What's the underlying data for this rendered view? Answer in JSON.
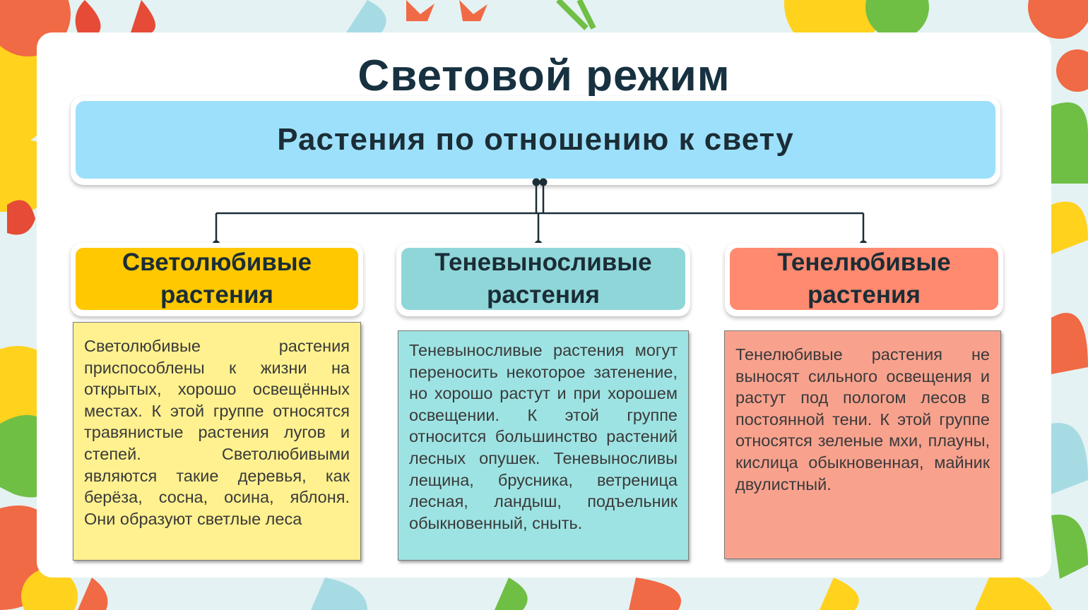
{
  "title": "Световой режим",
  "header": {
    "label": "Растения по отношению к свету"
  },
  "categories": [
    {
      "id": "light-loving",
      "label_line1": "Светолюбивые",
      "label_line2": "растения",
      "description": "Светолюбивые растения приспособлены к жизни на открытых, хорошо освещённых местах. К этой группе относятся травянистые растения лугов и степей. Светолюбивыми являются такие деревья, как берёза, сосна, осина, яблоня. Они образуют светлые леса",
      "header_color": "#ffc800",
      "body_color": "#fff18f"
    },
    {
      "id": "shade-tolerant",
      "label_line1": "Теневыносливые",
      "label_line2": "растения",
      "description": "Теневыносливые растения могут переносить некоторое затенение, но хорошо растут и при хорошем освещении. К этой группе относится большинство растений лесных опушек. Теневыносливы лещина, брусника, ветреница лесная, ландыш, подъельник обыкновенный, сныть.",
      "header_color": "#8fd6d9",
      "body_color": "#9ee3e3"
    },
    {
      "id": "shade-loving",
      "label_line1": "Тенелюбивые",
      "label_line2": "растения",
      "description": "Тенелюбивые растения не выносят сильного освещения и растут под пологом лесов в постоянной тени. К этой группе относятся зеленые мхи, плауны, кислица обыкновенная, майник двулистный.",
      "header_color": "#ff8a6f",
      "body_color": "#f8a28e"
    }
  ],
  "colors": {
    "title_text": "#173140",
    "header_fill": "#9de0fb",
    "connector": "#1b2d36",
    "card": "#ffffff"
  }
}
